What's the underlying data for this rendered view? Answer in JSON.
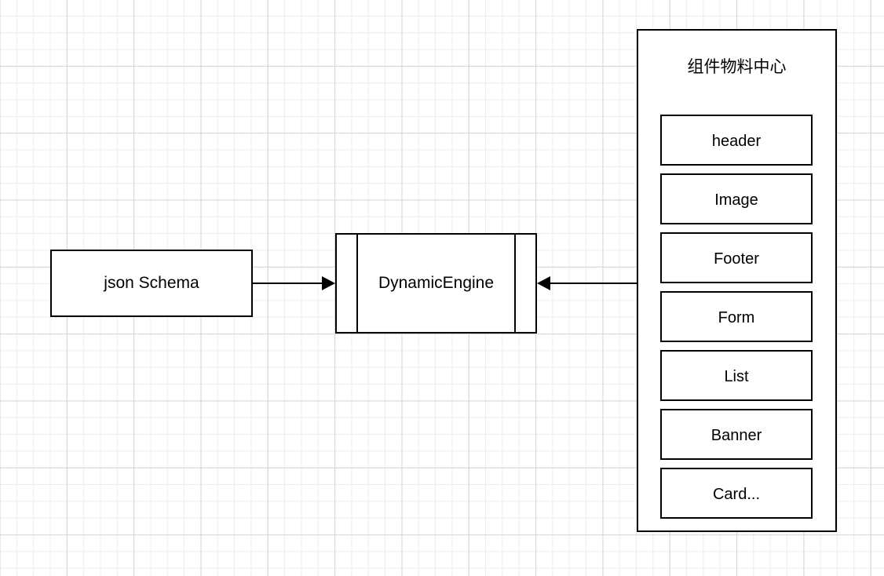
{
  "diagram": {
    "type": "flow-diagram",
    "background": "grid",
    "colors": {
      "stroke": "#000000",
      "fill": "#ffffff",
      "grid_minor": "#ededed",
      "grid_major": "#d5d5d5"
    },
    "nodes": {
      "json_schema": {
        "label": "json Schema",
        "shape": "rectangle"
      },
      "dynamic_engine": {
        "label": "DynamicEngine",
        "shape": "process"
      },
      "component_panel": {
        "title": "组件物料中心",
        "shape": "container",
        "items": [
          {
            "label": "header"
          },
          {
            "label": "Image"
          },
          {
            "label": "Footer"
          },
          {
            "label": "Form"
          },
          {
            "label": "List"
          },
          {
            "label": "Banner"
          },
          {
            "label": "Card..."
          }
        ]
      }
    },
    "edges": [
      {
        "id": "schema-to-engine",
        "from": "json Schema",
        "to": "DynamicEngine",
        "direction": "right",
        "arrowhead": "filled-triangle"
      },
      {
        "id": "panel-to-engine",
        "from": "组件物料中心",
        "to": "DynamicEngine",
        "direction": "left",
        "arrowhead": "filled-triangle"
      }
    ]
  }
}
